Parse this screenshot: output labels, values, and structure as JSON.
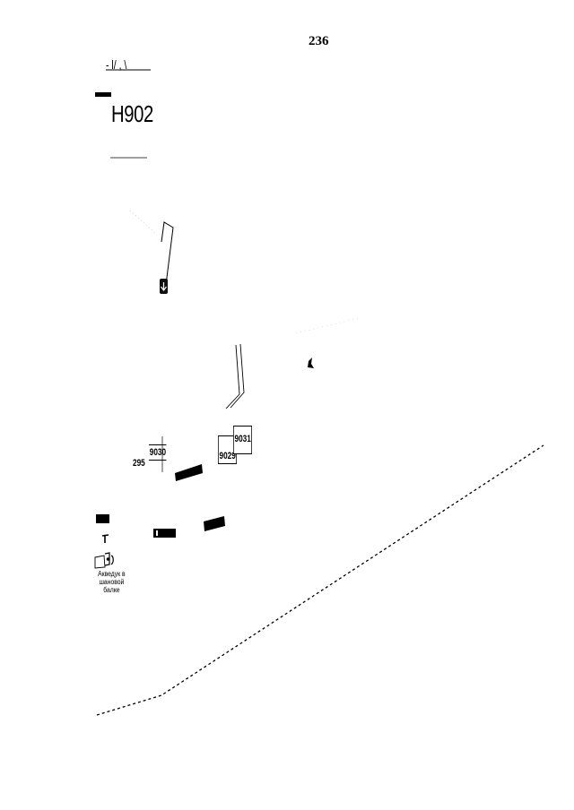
{
  "page_number": "236",
  "top_scribble": "- l/ , \\",
  "sheet_label": "H902",
  "parcel_numbers": {
    "left_plain": "295",
    "boxed_left": "9030",
    "boxed_mid": "9029",
    "boxed_right": "9031"
  },
  "caption": "Акведук в шановой балке"
}
